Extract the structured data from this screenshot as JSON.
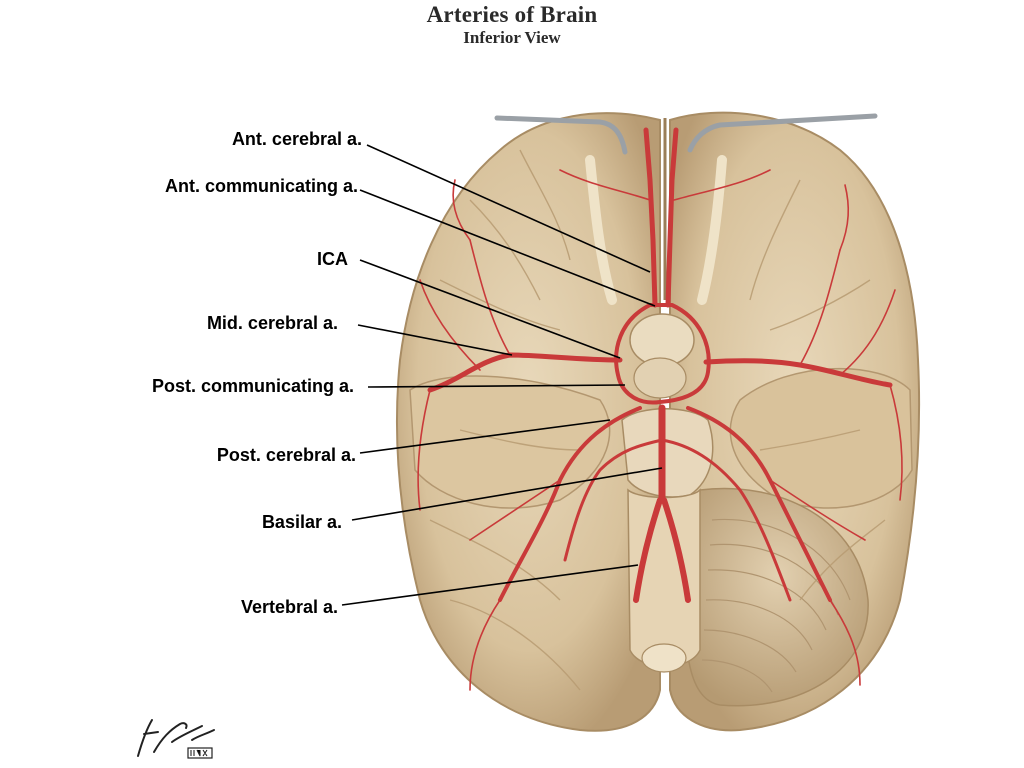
{
  "header": {
    "title": "Arteries of Brain",
    "subtitle": "Inferior View"
  },
  "labels": [
    {
      "id": "ant-cerebral",
      "text": "Ant. cerebral a."
    },
    {
      "id": "ant-communicating",
      "text": "Ant. communicating a."
    },
    {
      "id": "ica",
      "text": "ICA"
    },
    {
      "id": "mid-cerebral",
      "text": "Mid. cerebral a."
    },
    {
      "id": "post-communicating",
      "text": "Post. communicating a."
    },
    {
      "id": "post-cerebral",
      "text": "Post. cerebral a."
    },
    {
      "id": "basilar",
      "text": "Basilar a."
    },
    {
      "id": "vertebral",
      "text": "Vertebral a."
    }
  ],
  "signature": {
    "text": "F. Netter M.D.",
    "mark": "ICON"
  },
  "colors": {
    "tissue": "#dcc7a4",
    "tissue_shadow": "#b99f78",
    "artery": "#c93a3a",
    "leader_line": "#000000"
  }
}
